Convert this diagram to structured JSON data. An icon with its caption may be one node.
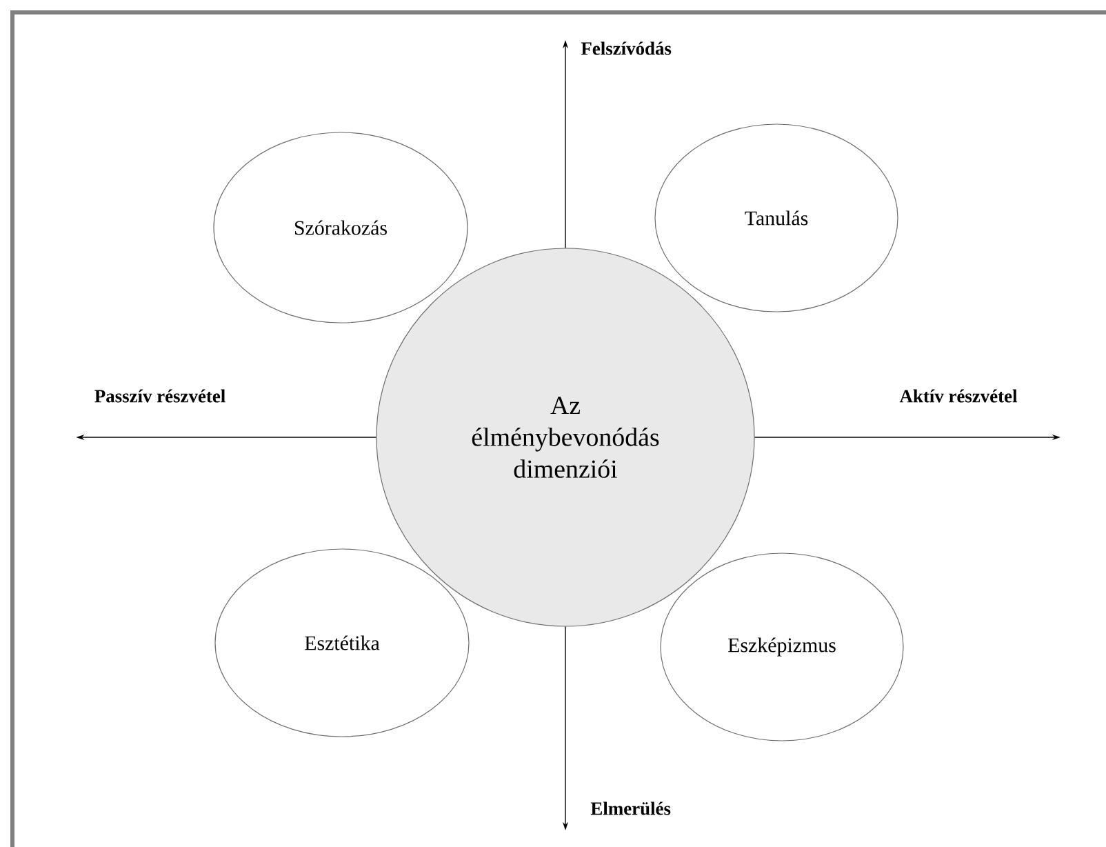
{
  "diagram": {
    "nodes": [
      {
        "text": [
          "Az élménybevonódás dimenziói"
        ]
      },
      {
        "text": [
          "Szórakozás"
        ]
      },
      {
        "text": [
          "Tanulás"
        ]
      },
      {
        "text": [
          "Esztétika"
        ]
      },
      {
        "text": [
          "Eszképizmus"
        ]
      },
      {
        "text": [
          "Felszívódás"
        ]
      },
      {
        "text": [
          "Passzív részvétel"
        ]
      },
      {
        "text": [
          "Aktív részvétel"
        ]
      },
      {
        "text": [
          "Elmerülés"
        ]
      }
    ],
    "edges": [
      {
        "from": 0,
        "to": 5,
        "arrow": "to"
      },
      {
        "from": 0,
        "to": 6,
        "arrow": "to"
      },
      {
        "from": 0,
        "to": 7,
        "arrow": "to"
      },
      {
        "from": 0,
        "to": 8,
        "arrow": "to"
      }
    ]
  }
}
